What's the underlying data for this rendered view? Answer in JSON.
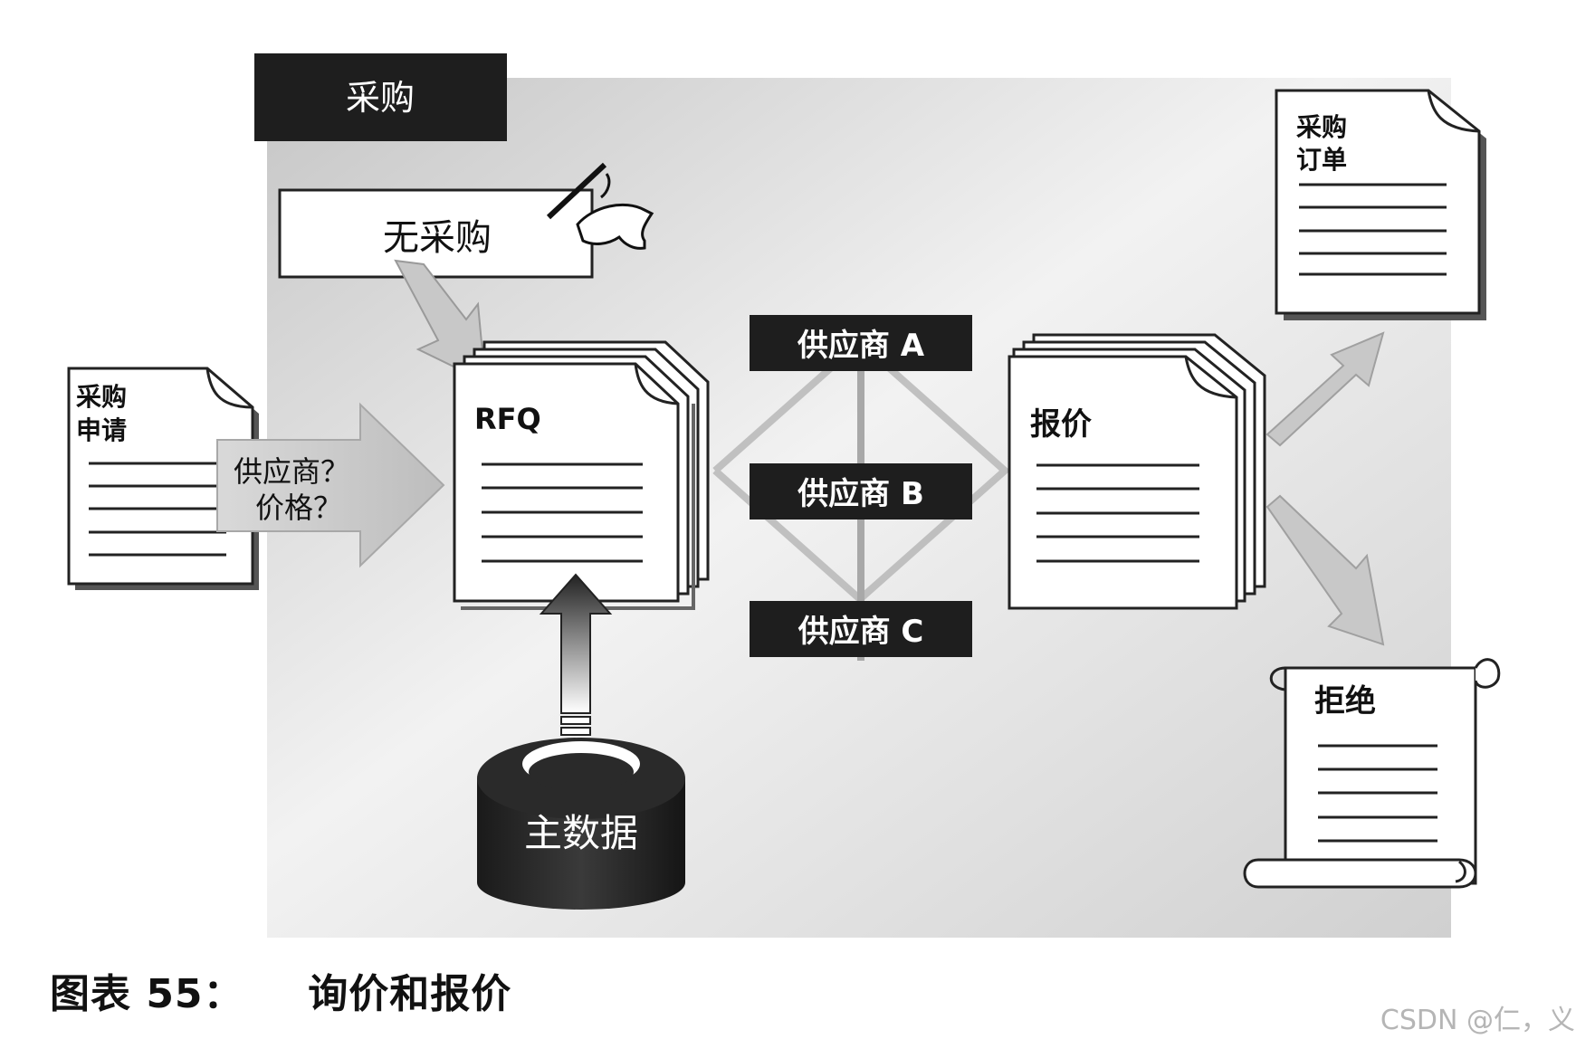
{
  "module_tab": "采购",
  "no_purchase_note": "无采购",
  "purchase_request": {
    "line1": "采购",
    "line2": "申请"
  },
  "question_arrow": {
    "line1": "供应商？",
    "line2": "价格？"
  },
  "rfq_label": "RFQ",
  "master_data_label": "主数据",
  "vendors": [
    "供应商 A",
    "供应商 B",
    "供应商 C"
  ],
  "quotation_label": "报价",
  "purchase_order": {
    "line1": "采购",
    "line2": "订单"
  },
  "rejection_label": "拒绝",
  "caption": {
    "figure": "图表 55：",
    "title": "询价和报价"
  },
  "watermark": "CSDN @仁，义"
}
